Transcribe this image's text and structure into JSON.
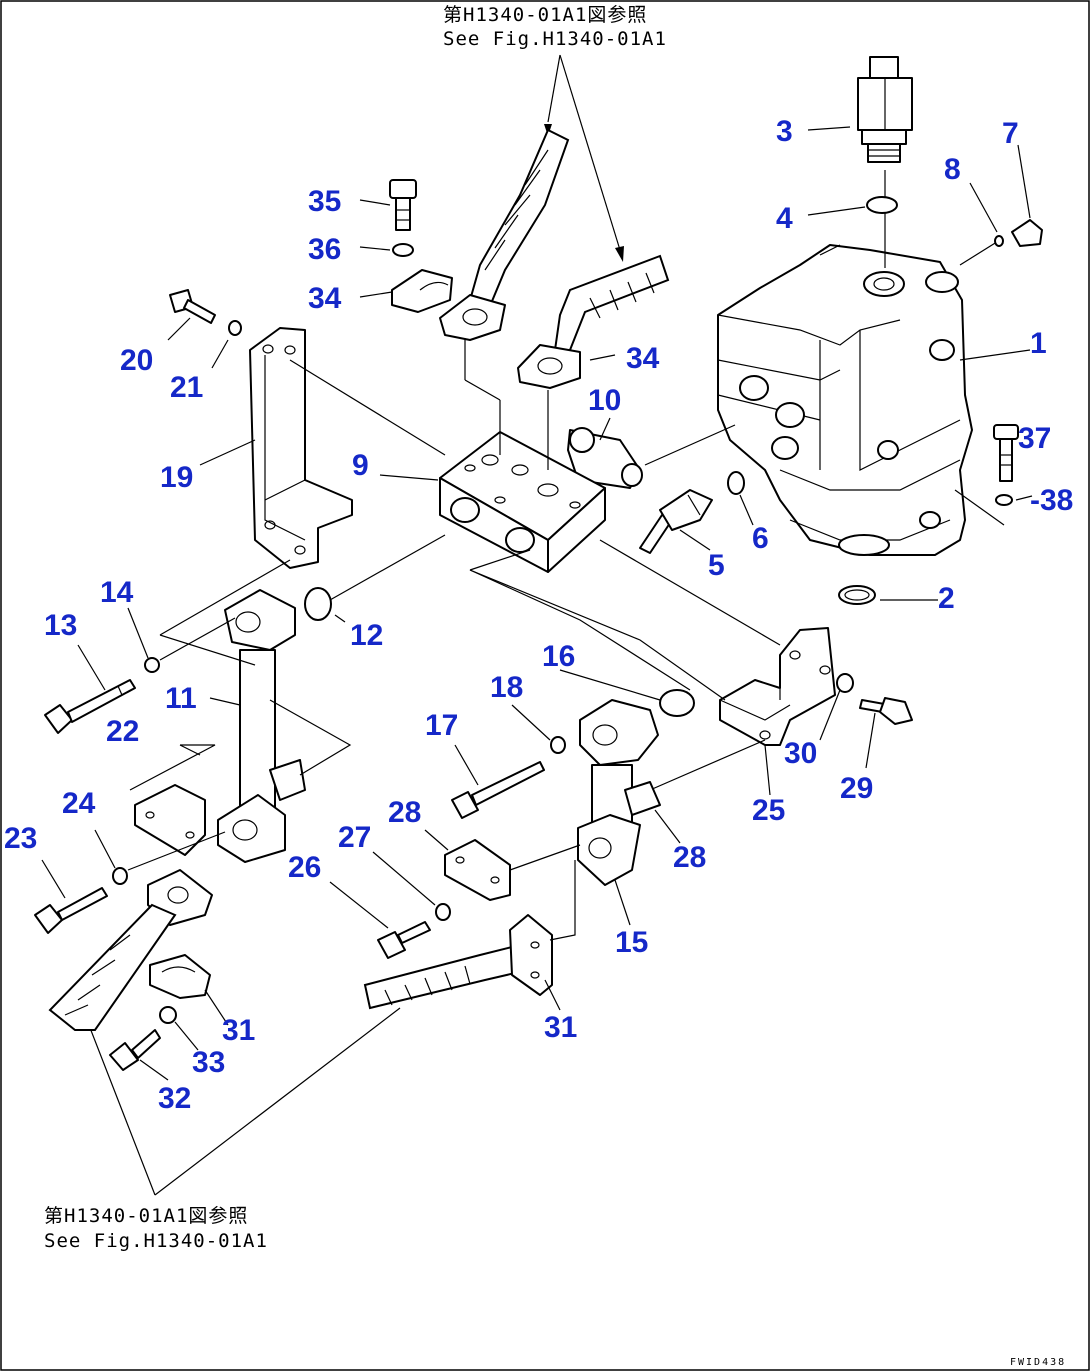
{
  "references": {
    "top_jp": "第H1340-01A1図参照",
    "top_en": "See Fig.H1340-01A1",
    "bottom_jp": "第H1340-01A1図参照",
    "bottom_en": "See Fig.H1340-01A1"
  },
  "figure_code": "FWID438",
  "colors": {
    "callout": "#1528c8",
    "line": "#000000",
    "background": "#ffffff"
  },
  "callouts": {
    "c1": "1",
    "c2": "2",
    "c3": "3",
    "c4": "4",
    "c5": "5",
    "c6": "6",
    "c7": "7",
    "c8": "8",
    "c9": "9",
    "c10": "10",
    "c11": "11",
    "c12": "12",
    "c13": "13",
    "c14": "14",
    "c15": "15",
    "c16": "16",
    "c17": "17",
    "c18": "18",
    "c19": "19",
    "c20": "20",
    "c21": "21",
    "c22": "22",
    "c23": "23",
    "c24": "24",
    "c25": "25",
    "c26": "26",
    "c27": "27",
    "c28a": "28",
    "c28b": "28",
    "c29": "29",
    "c30": "30",
    "c31a": "31",
    "c31b": "31",
    "c32": "32",
    "c33": "33",
    "c34a": "34",
    "c34b": "34",
    "c35": "35",
    "c36": "36",
    "c37": "37",
    "c38": "-38"
  }
}
